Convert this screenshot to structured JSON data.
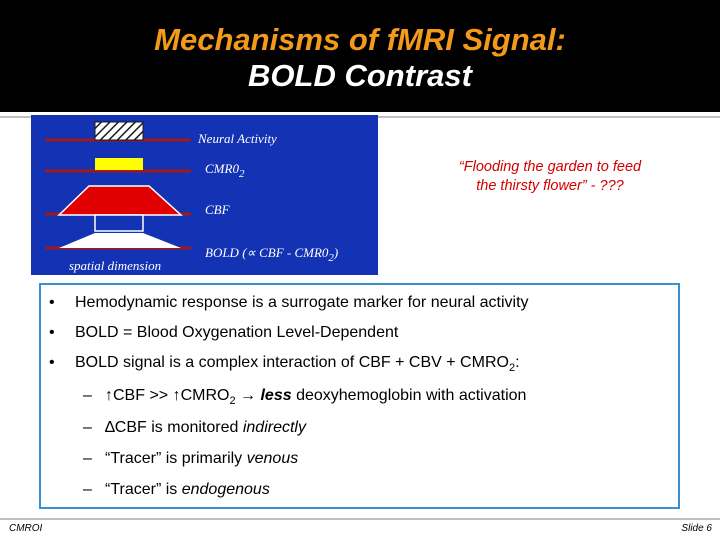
{
  "title": {
    "line1": "Mechanisms of fMRI Signal:",
    "line2": "BOLD Contrast",
    "colors": {
      "line1": "#f39a1c",
      "line2": "#ffffff",
      "band": "#000000"
    }
  },
  "diagram": {
    "background": "#1433b4",
    "labels": {
      "neural": "Neural Activity",
      "cmr": "CMR0",
      "cmr_sub": "2",
      "cbf": "CBF",
      "bold_prefix": "BOLD (",
      "bold_symbol": "∝",
      "bold_mid": " CBF - CMR0",
      "bold_sub": "2",
      "bold_suffix": ")",
      "spatial": "spatial dimension"
    }
  },
  "quote": {
    "line1": "“Flooding the garden to feed",
    "line2": "the thirsty flower” - ???",
    "color": "#d40000"
  },
  "bullets": {
    "marker": "•",
    "sub_marker": "–",
    "b1": "Hemodynamic response is a surrogate marker for neural activity",
    "b2": "BOLD = Blood Oxygenation Level-Dependent",
    "b3_text": "BOLD signal is a complex interaction of CBF + CBV + CMRO",
    "b3_sub": "2",
    "b3_end": ":",
    "s1_arrow1": "↑",
    "s1_cbf": "CBF  >> ",
    "s1_arrow2": "↑",
    "s1_cmro": "CMRO",
    "s1_cmro_sub": "2",
    "s1_arrow3": " → ",
    "s1_less": "less",
    "s1_rest": " deoxyhemoglobin with activation",
    "s2_delta": "∆",
    "s2_text": "CBF is monitored ",
    "s2_it": "indirectly",
    "s3_text": "“Tracer” is primarily ",
    "s3_it": "venous",
    "s4_text": "“Tracer” is ",
    "s4_it": "endogenous",
    "border_color": "#3a8fd0"
  },
  "footer": {
    "left": "CMROI",
    "right": "Slide 6"
  }
}
